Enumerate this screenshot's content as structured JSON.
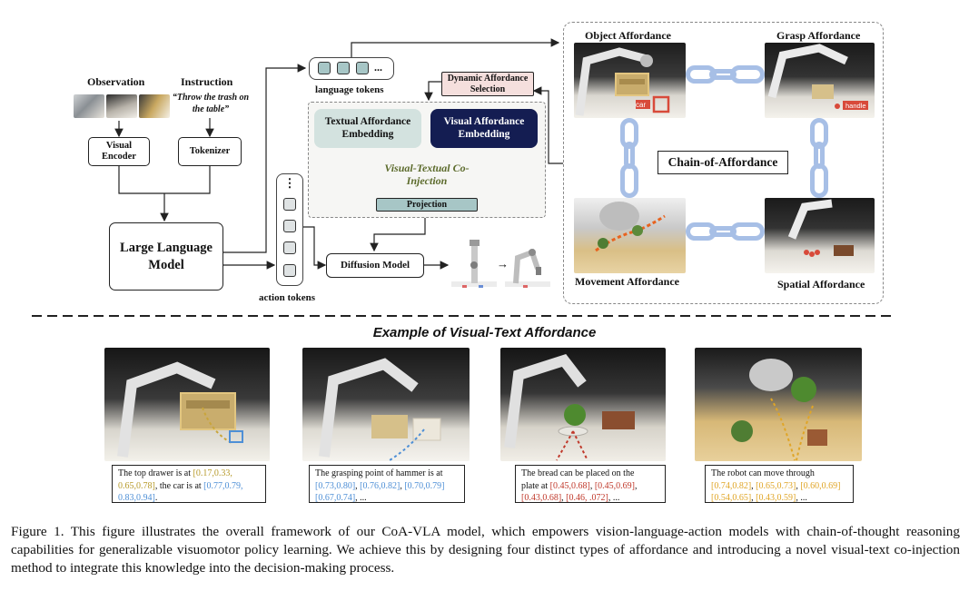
{
  "pipeline": {
    "observation_label": "Observation",
    "instruction_label": "Instruction",
    "instruction_text": "“Throw the trash on the table”",
    "visual_encoder": "Visual Encoder",
    "tokenizer": "Tokenizer",
    "llm": "Large Language Model",
    "language_tokens": "language tokens",
    "action_tokens": "action tokens",
    "dynamic_selection": "Dynamic Affordance Selection",
    "textual_embedding": "Textual Affordance Embedding",
    "visual_embedding": "Visual Affordance Embedding",
    "coinjection": "Visual-Textual Co-Injection",
    "projection": "Projection",
    "diffusion": "Diffusion Model",
    "ellipsis": "...",
    "vdots": "⋮",
    "arrow": "→"
  },
  "affordance": {
    "object": "Object Affordance",
    "grasp": "Grasp Affordance",
    "movement": "Movement Affordance",
    "spatial": "Spatial Affordance",
    "chain": "Chain-of-Affordance",
    "car_tag": "car",
    "handle_tag": "handle"
  },
  "example_title": "Example of Visual-Text Affordance",
  "examples": [
    {
      "text_a": "The top drawer is at ",
      "v1": "[0.17,0.33,",
      "v1b": "0.65,0.78]",
      "text_b": ", the car is at ",
      "v2": "[0.77,0.79,",
      "v2b": "0.83,0.94]",
      "tail": "."
    },
    {
      "text_a": "The grasping point of hammer is at",
      "v1": "[0.73,0.80]",
      "v2": "[0.76,0.82]",
      "v3": "[0.70,0.79]",
      "v4": "[0.67,0.74]",
      "tail": ", ..."
    },
    {
      "text_a": "The bread can be placed on the",
      "text_b": "plate at ",
      "v1": "[0.45,0.68]",
      "v2": "[0.45,0.69]",
      "v3": "[0.43,0.68]",
      "v4": "[0.46, .072]",
      "tail": ", ..."
    },
    {
      "text_a": "The robot can move through",
      "v1": "[0.74,0.82]",
      "v2": "[0.65,0.73]",
      "v3": "[0.60,0.69]",
      "v4": "[0.54,0.65]",
      "v5": "[0.43,0.59]",
      "tail": ", ..."
    }
  ],
  "caption": "Figure 1.  This figure illustrates the overall framework of our CoA-VLA model, which empowers vision-language-action models with chain-of-thought reasoning capabilities for generalizable visuomotor policy learning. We achieve this by designing four distinct types of affordance and introducing a novel visual-text co-injection method to integrate this knowledge into the decision-making process."
}
